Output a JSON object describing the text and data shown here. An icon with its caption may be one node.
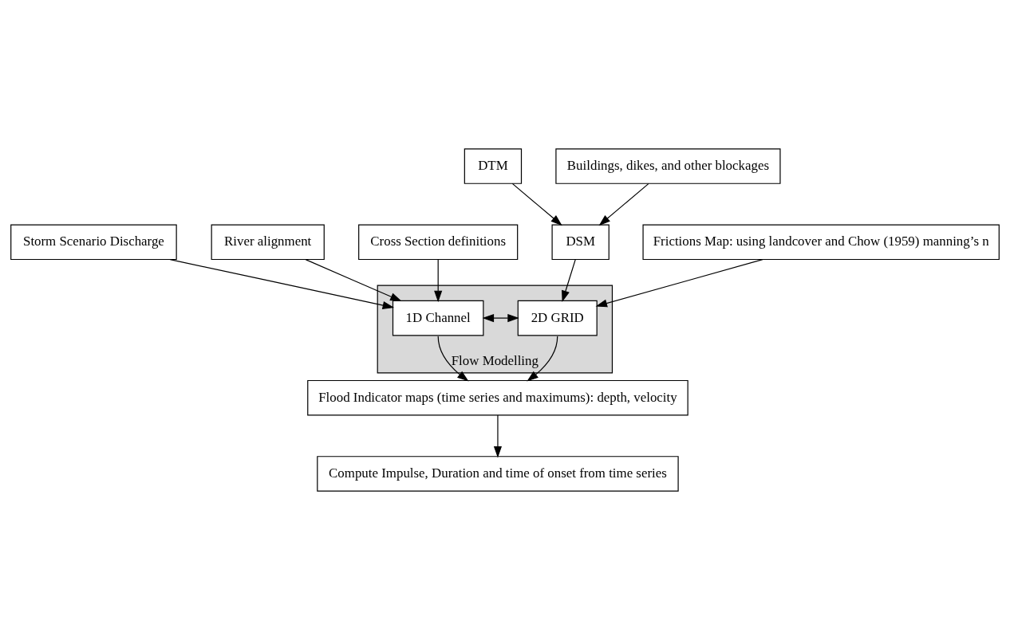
{
  "diagram": {
    "nodes": [
      {
        "text": [
          "Flow Modelling"
        ]
      },
      {
        "text": [
          "Storm Scenario Discharge"
        ]
      },
      {
        "text": [
          "DTM"
        ]
      },
      {
        "text": [
          "Buildings, dikes, and other blockages"
        ]
      },
      {
        "text": [
          "River alignment"
        ]
      },
      {
        "text": [
          "1D Channel"
        ],
        "in": 0
      },
      {
        "text": [
          "2D GRID"
        ],
        "in": 0
      },
      {
        "text": [
          "DSM"
        ]
      },
      {
        "text": [
          "Cross Section definitions"
        ]
      },
      {
        "text": [
          "Frictions Map: using landcover and Chow (1959) manning’s n"
        ]
      },
      {
        "text": [
          "Flood Indicator maps (time series and maximums): depth, velocity"
        ]
      },
      {
        "text": [
          "Compute Impulse, Duration and time of onset from time series"
        ]
      }
    ],
    "edges": [
      {
        "from": 1,
        "to": 5,
        "arrow": "to"
      },
      {
        "from": 2,
        "to": 7,
        "arrow": "to"
      },
      {
        "from": 3,
        "to": 7,
        "arrow": "to"
      },
      {
        "from": 4,
        "to": 5,
        "arrow": "to"
      },
      {
        "from": 8,
        "to": 5,
        "arrow": "to"
      },
      {
        "from": 5,
        "to": 6,
        "arrow": "both"
      },
      {
        "from": 7,
        "to": 6,
        "arrow": "to"
      },
      {
        "from": 9,
        "to": 6,
        "arrow": "to"
      },
      {
        "from": 5,
        "to": 10,
        "arrow": "to"
      },
      {
        "from": 6,
        "to": 10,
        "arrow": "to"
      },
      {
        "from": 10,
        "to": 11,
        "arrow": "to"
      }
    ]
  }
}
